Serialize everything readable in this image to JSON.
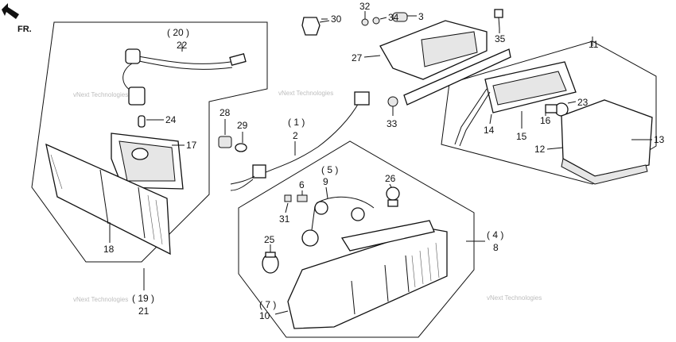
{
  "direction_label": "FR.",
  "watermark": "vNext Technologies",
  "callouts": {
    "c1": "30",
    "c2": "32",
    "c3": "34",
    "c4": "3",
    "c5": "35",
    "c6": "27",
    "c7": "11",
    "c8": "23",
    "c9": "33",
    "c10": "14",
    "c11": "16",
    "c12": "15",
    "c13": "12",
    "c14": "13",
    "c15": "( 20 )",
    "c16": "22",
    "c17": "24",
    "c18": "17",
    "c19": "18",
    "c20": "( 19 )",
    "c21": "21",
    "c22": "28",
    "c23": "29",
    "c24": "( 1 )",
    "c25": "2",
    "c26": "( 5 )",
    "c27": "9",
    "c28": "6",
    "c29": "26",
    "c30": "31",
    "c31": "25",
    "c32": "( 4 )",
    "c33": "8",
    "c34": "( 7 )",
    "c35": "10"
  }
}
